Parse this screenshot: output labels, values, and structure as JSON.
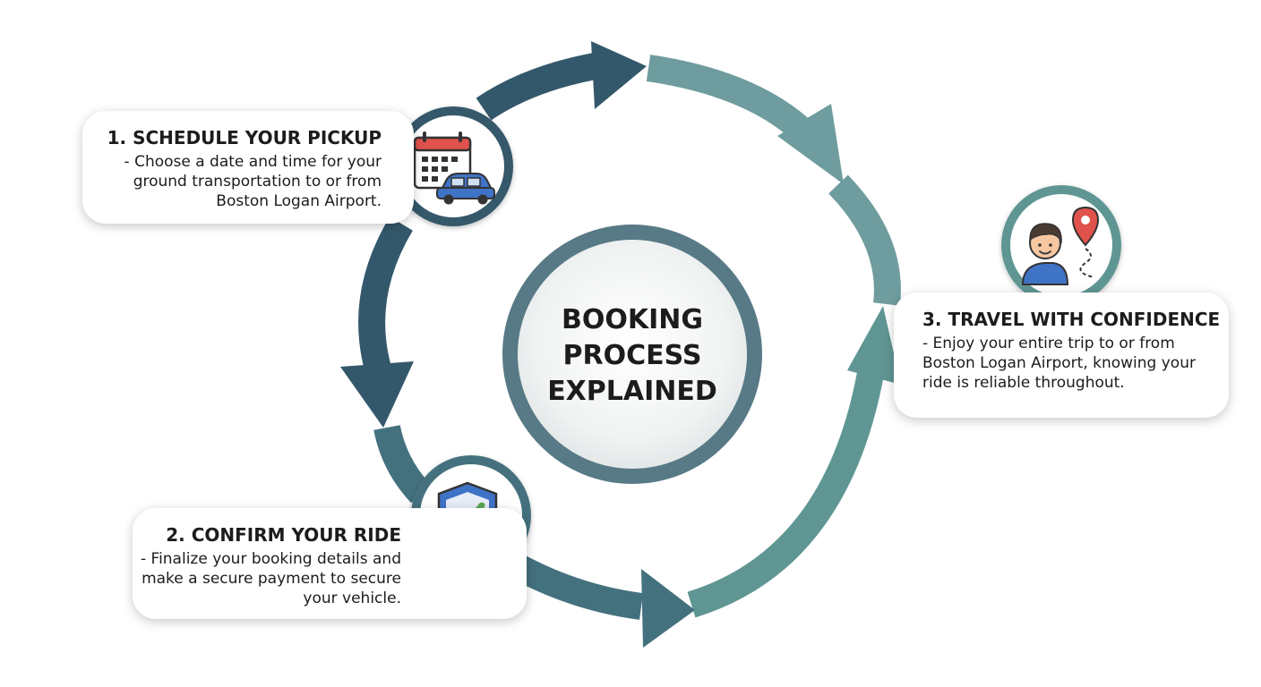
{
  "center": {
    "title": "BOOKING\nPROCESS\nEXPLAINED"
  },
  "steps": [
    {
      "title": "1. SCHEDULE YOUR PICKUP",
      "description": "- Choose a date and time for your ground transportation to or from Boston Logan Airport.",
      "icon": "calendar-car-icon"
    },
    {
      "title": "2. CONFIRM YOUR RIDE",
      "description": "- Finalize your booking details and make a secure payment to secure your vehicle.",
      "icon": "shield-check-icon"
    },
    {
      "title": "3. TRAVEL WITH CONFIDENCE",
      "description": "- Enjoy your entire trip to or from Boston Logan Airport, knowing your ride is reliable throughout.",
      "icon": "traveler-location-icon"
    }
  ],
  "colors": {
    "arc_dark": "#34586b",
    "arc_mid": "#44717e",
    "arc_light": "#6f9c9e",
    "arc_teal": "#5f9693",
    "accent_red": "#e0524c",
    "accent_green": "#5aa653",
    "accent_blue": "#3f73c6"
  }
}
